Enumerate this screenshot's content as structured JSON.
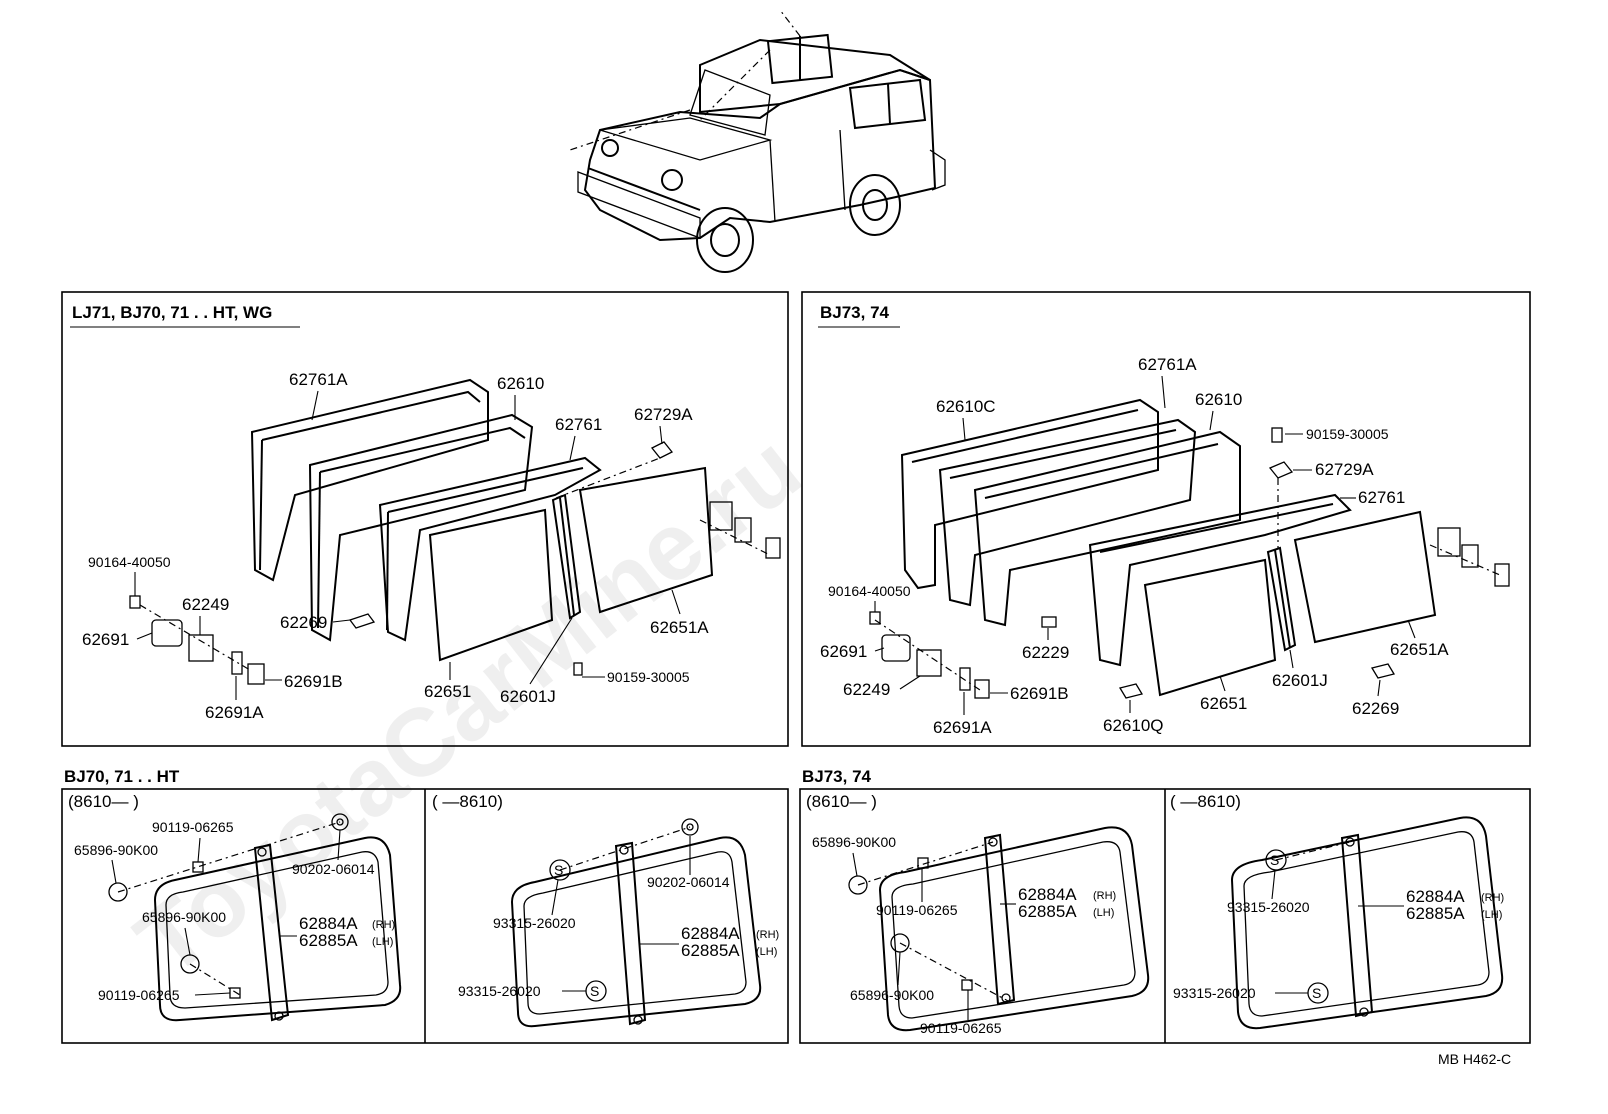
{
  "watermark": "ToyotaCarMine.ru",
  "footer_code": "MB  H462-C",
  "panels": {
    "tl": {
      "header": "LJ71, BJ70, 71 . . HT, WG",
      "labels": {
        "p62761A": "62761A",
        "p62610": "62610",
        "p62761": "62761",
        "p62729A": "62729A",
        "p90164": "90164-40050",
        "p62249": "62249",
        "p62691": "62691",
        "p62269": "62269",
        "p62651A": "62651A",
        "p90159": "90159-30005",
        "p62691B": "62691B",
        "p62691A": "62691A",
        "p62651": "62651",
        "p62601J": "62601J"
      }
    },
    "tr": {
      "header": "BJ73, 74",
      "labels": {
        "p62761A": "62761A",
        "p62610C": "62610C",
        "p62610": "62610",
        "p90159": "90159-30005",
        "p62729A": "62729A",
        "p62761": "62761",
        "p90164": "90164-40050",
        "p62691": "62691",
        "p62229": "62229",
        "p62651A": "62651A",
        "p62249": "62249",
        "p62691B": "62691B",
        "p62601J": "62601J",
        "p62691A": "62691A",
        "p62610Q": "62610Q",
        "p62651": "62651",
        "p62269": "62269"
      }
    },
    "bl": {
      "header": "BJ70, 71 . . HT",
      "left": {
        "range": "(8610—         )",
        "p90119a": "90119-06265",
        "p65896a": "65896-90K00",
        "p90202": "90202-06014",
        "p65896b": "65896-90K00",
        "p62884A": "62884A",
        "p62885A": "62885A",
        "rh": "(RH)",
        "lh": "(LH)",
        "p90119b": "90119-06265"
      },
      "right": {
        "range": "(         —8610)",
        "p90202": "90202-06014",
        "p93315a": "93315-26020",
        "p62884A": "62884A",
        "p62885A": "62885A",
        "rh": "(RH)",
        "lh": "(LH)",
        "p93315b": "93315-26020"
      }
    },
    "br": {
      "header": "BJ73, 74",
      "left": {
        "range": "(8610—         )",
        "p65896a": "65896-90K00",
        "p90119a": "90119-06265",
        "p62884A": "62884A",
        "p62885A": "62885A",
        "rh": "(RH)",
        "lh": "(LH)",
        "p65896b": "65896-90K00",
        "p90119b": "90119-06265"
      },
      "right": {
        "range": "(         —8610)",
        "p93315a": "93315-26020",
        "p62884A": "62884A",
        "p62885A": "62885A",
        "rh": "(RH)",
        "lh": "(LH)",
        "p93315b": "93315-26020"
      }
    }
  }
}
